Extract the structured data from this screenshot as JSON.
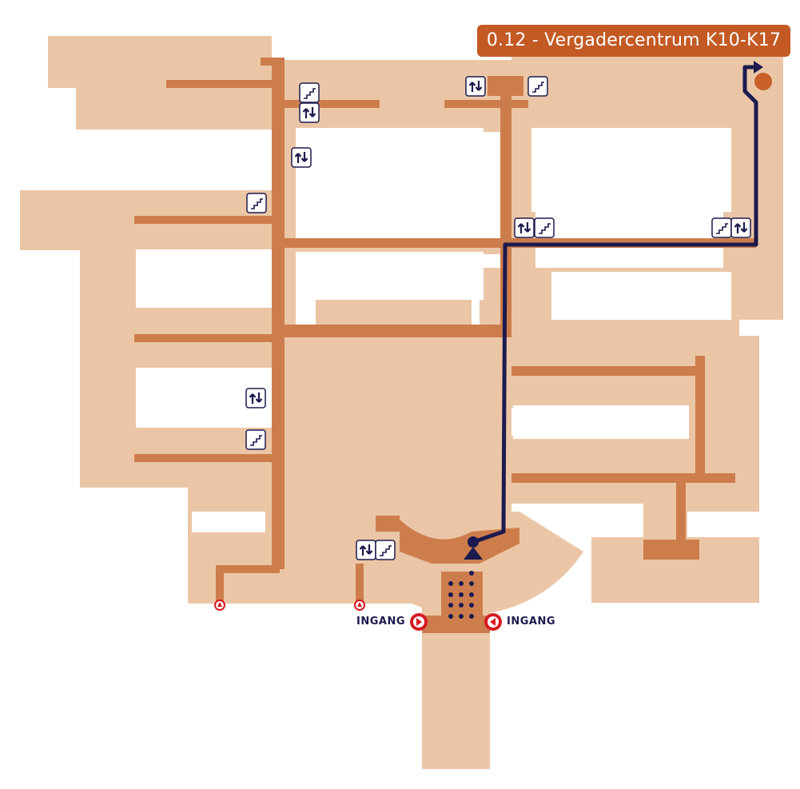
{
  "map": {
    "destination_label": "0.12 - Vergadercentrum K10-K17",
    "entrances": [
      {
        "label": "INGANG"
      },
      {
        "label": "INGANG"
      }
    ],
    "icons": {
      "stairs": "stairs-icon",
      "elevator": "elevator-icon",
      "entrance": "entrance-arrow-icon",
      "emergency_exit": "exit-triangle-icon",
      "destination": "destination-marker-icon",
      "start": "start-point-icon"
    },
    "colors": {
      "building": "#ebc6a6",
      "corridor": "#cd7d4c",
      "route": "#1c1a4e",
      "destination_badge": "#c35a24",
      "entrance_red": "#d71920",
      "destination_marker": "#c8602a"
    }
  }
}
